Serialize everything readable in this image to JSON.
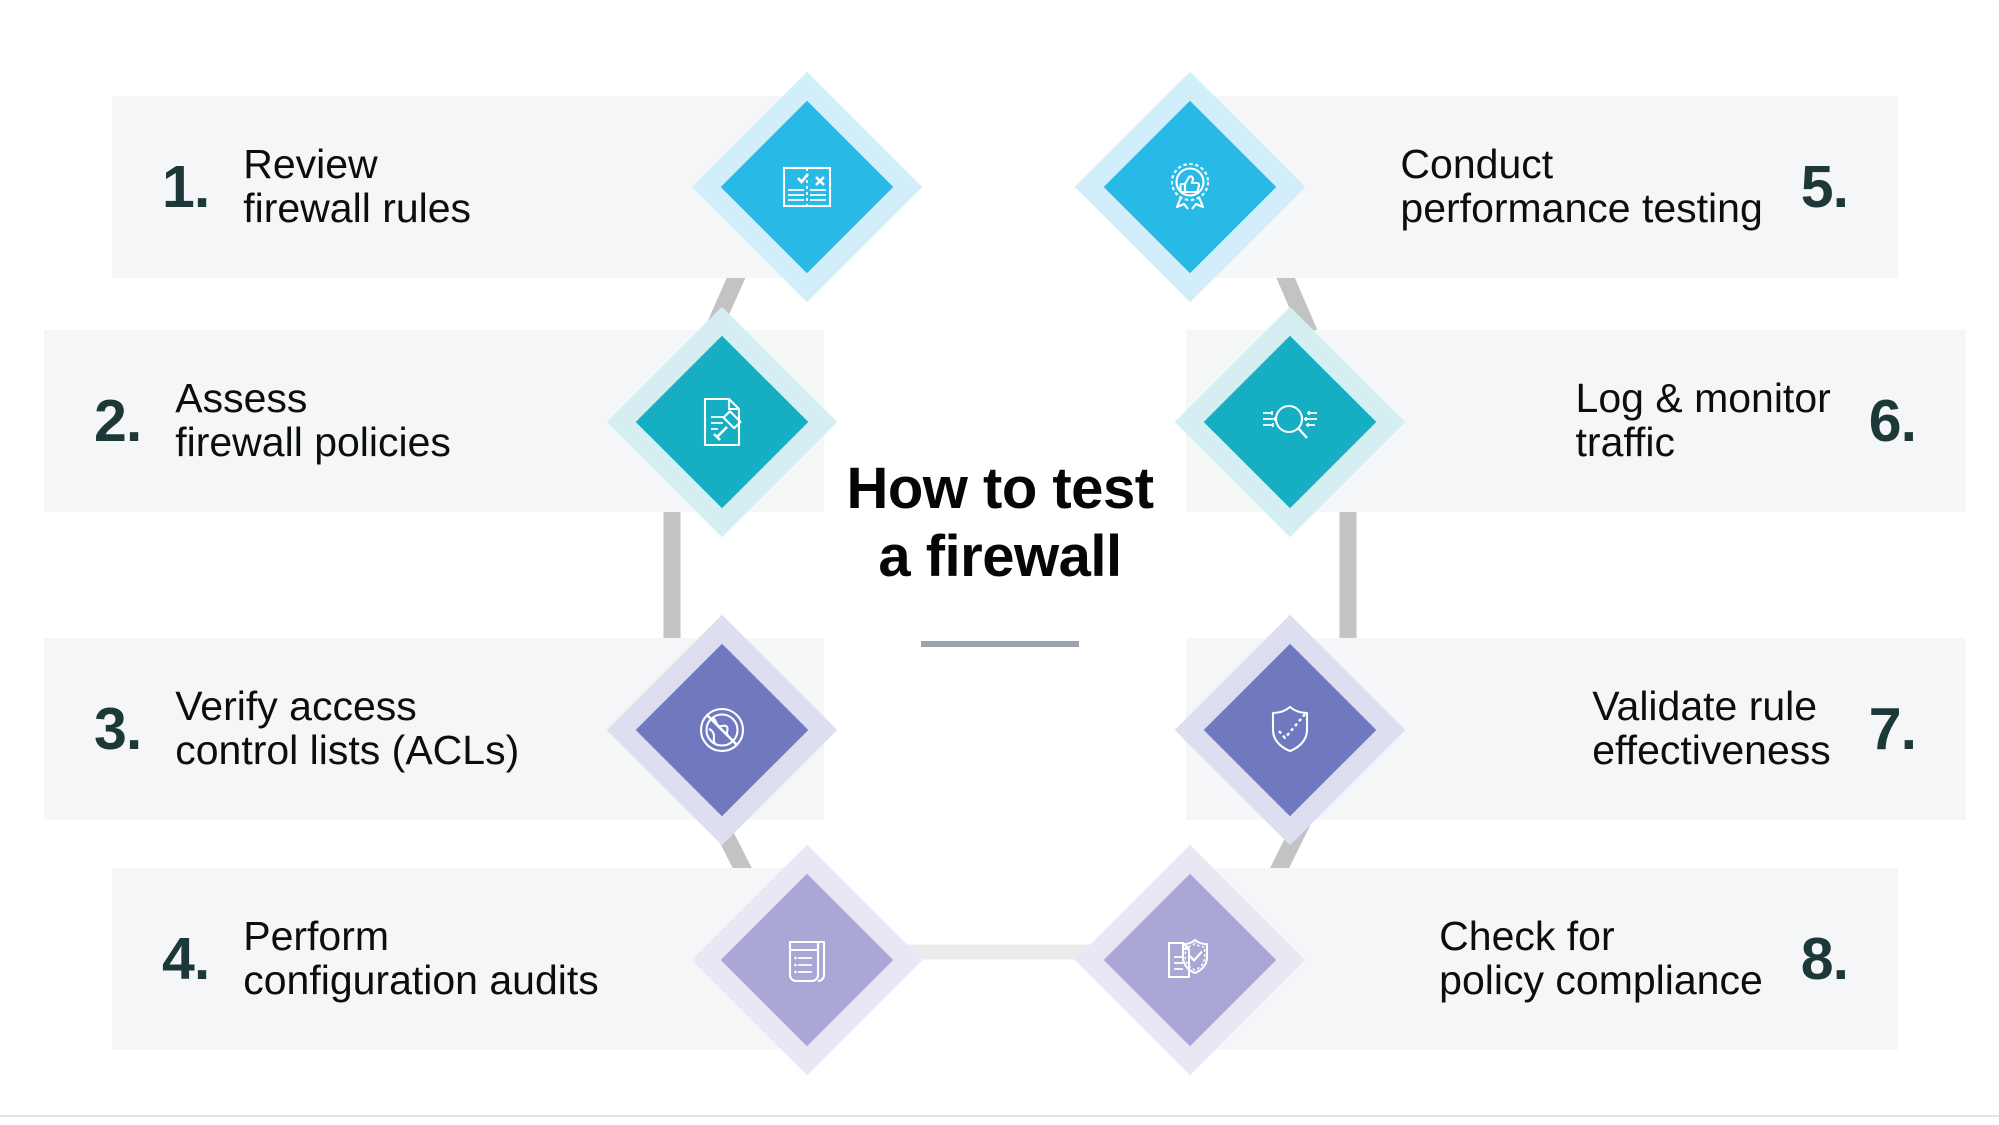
{
  "center": {
    "title": "How to test\na firewall",
    "divider": "horizontal-rule"
  },
  "colors": {
    "band_bg": "#f4f6f8",
    "number": "#1d3838",
    "label": "#0b0d0e",
    "connector": "#c3c3c3",
    "connector_faint": "#ebebeb",
    "step1_5": "#29b9e7",
    "step2_6": "#16aec3",
    "step3_7": "#7078bf",
    "step4_8": "#aaa6d6",
    "halo1_5": "#d3eefb",
    "halo2_6": "#d5eef1",
    "halo3_7": "#dddef0",
    "halo4_8": "#e9e7f4",
    "icon_stroke": "#ffffff"
  },
  "steps": [
    {
      "number": "1.",
      "label": "Review\nfirewall rules",
      "icon": "compare-checklist-icon",
      "side": "left"
    },
    {
      "number": "2.",
      "label": "Assess\nfirewall policies",
      "icon": "document-gavel-icon",
      "side": "left"
    },
    {
      "number": "3.",
      "label": "Verify access\ncontrol lists (ACLs)",
      "icon": "blocked-globe-icon",
      "side": "left"
    },
    {
      "number": "4.",
      "label": "Perform\nconfiguration audits",
      "icon": "scroll-list-icon",
      "side": "left"
    },
    {
      "number": "5.",
      "label": "Conduct\nperformance testing",
      "icon": "thumbs-up-award-icon",
      "side": "right"
    },
    {
      "number": "6.",
      "label": "Log & monitor\ntraffic",
      "icon": "magnifier-logs-icon",
      "side": "right"
    },
    {
      "number": "7.",
      "label": "Validate rule\neffectiveness",
      "icon": "shield-check-arrow-icon",
      "side": "right"
    },
    {
      "number": "8.",
      "label": "Check for\npolicy compliance",
      "icon": "document-shield-check-icon",
      "side": "right"
    }
  ]
}
